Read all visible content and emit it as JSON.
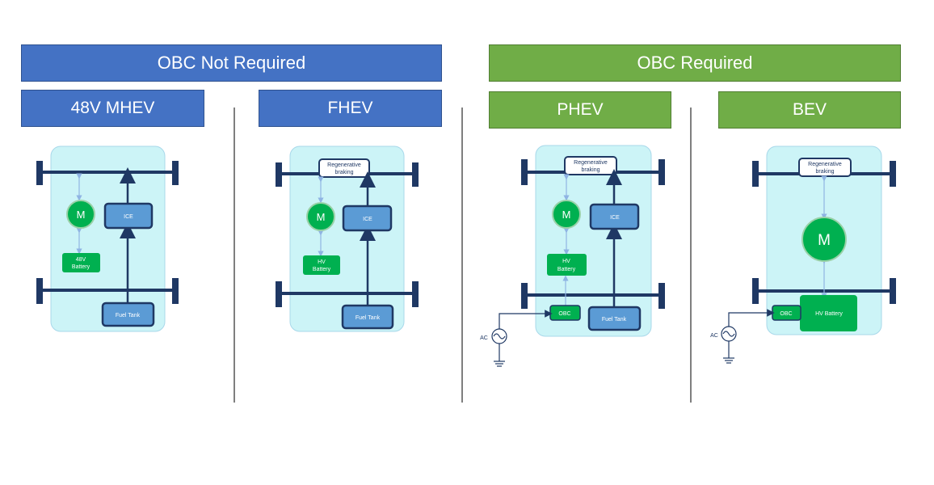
{
  "headers": {
    "obc_not_required": "OBC Not Required",
    "obc_required": "OBC Required"
  },
  "categories": {
    "mhev": "48V MHEV",
    "fhev": "FHEV",
    "phev": "PHEV",
    "bev": "BEV"
  },
  "labels": {
    "motor": "M",
    "ice": "ICE",
    "fuel_tank": "Fuel Tank",
    "battery_48v_line1": "48V",
    "battery_48v_line2": "Battery",
    "hv_line1": "HV",
    "hv_line2": "Battery",
    "hv_battery": "HV Battery",
    "regen_line1": "Regenerative",
    "regen_line2": "braking",
    "obc": "OBC",
    "ac": "AC"
  },
  "colors": {
    "blue_banner": "#4472c4",
    "green_banner": "#70ad47",
    "chassis_fill": "#ccf4f7",
    "axle": "#1f3864",
    "motor_green": "#00b050",
    "ice_box": "#5b9bd5",
    "arrow_light": "#8fb4e3"
  }
}
